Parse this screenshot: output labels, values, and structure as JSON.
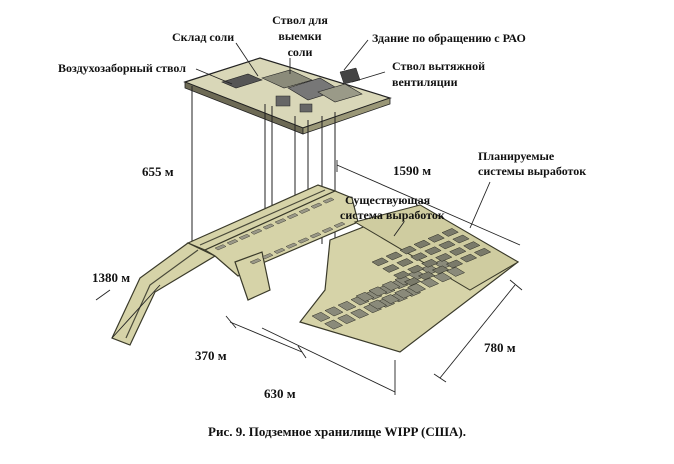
{
  "labels": {
    "salt_storage": "Склад соли",
    "salt_shaft_l1": "Ствол для",
    "salt_shaft_l2": "выемки",
    "salt_shaft_l3": "соли",
    "rao_building": "Здание по обращению с РАО",
    "air_intake_shaft": "Воздухозаборный ствол",
    "exhaust_shaft_l1": "Ствол вытяжной",
    "exhaust_shaft_l2": "вентиляции",
    "planned_l1": "Планируемые",
    "planned_l2": "системы выработок",
    "existing_l1": "Существующая",
    "existing_l2": "система  выработок"
  },
  "dimensions": {
    "d655": "655 м",
    "d1590": "1590 м",
    "d1380": "1380 м",
    "d370": "370 м",
    "d630": "630 м",
    "d780": "780 м"
  },
  "caption": "Рис. 9. Подземное хранилище WIPP (США).",
  "colors": {
    "floor": "#d6d3a8",
    "edge": "#3a3a2a",
    "room": "#8a8a7a"
  }
}
